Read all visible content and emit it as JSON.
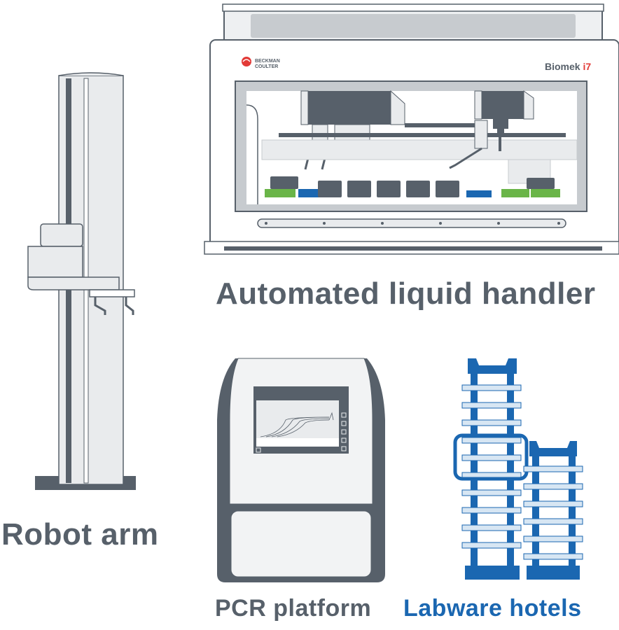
{
  "colors": {
    "dark": "#57606a",
    "body": "#e9ebed",
    "accent_blue": "#1b67b1",
    "accent_green": "#6ab548",
    "accent_red": "#e23a37"
  },
  "liquid_handler": {
    "caption": "Automated liquid handler",
    "brand": "BECKMAN COULTER",
    "model_prefix": "Biomek ",
    "model_suffix": "i7"
  },
  "robot_arm": {
    "caption": "Robot arm"
  },
  "pcr": {
    "caption": "PCR platform"
  },
  "hotels": {
    "caption": "Labware hotels"
  }
}
